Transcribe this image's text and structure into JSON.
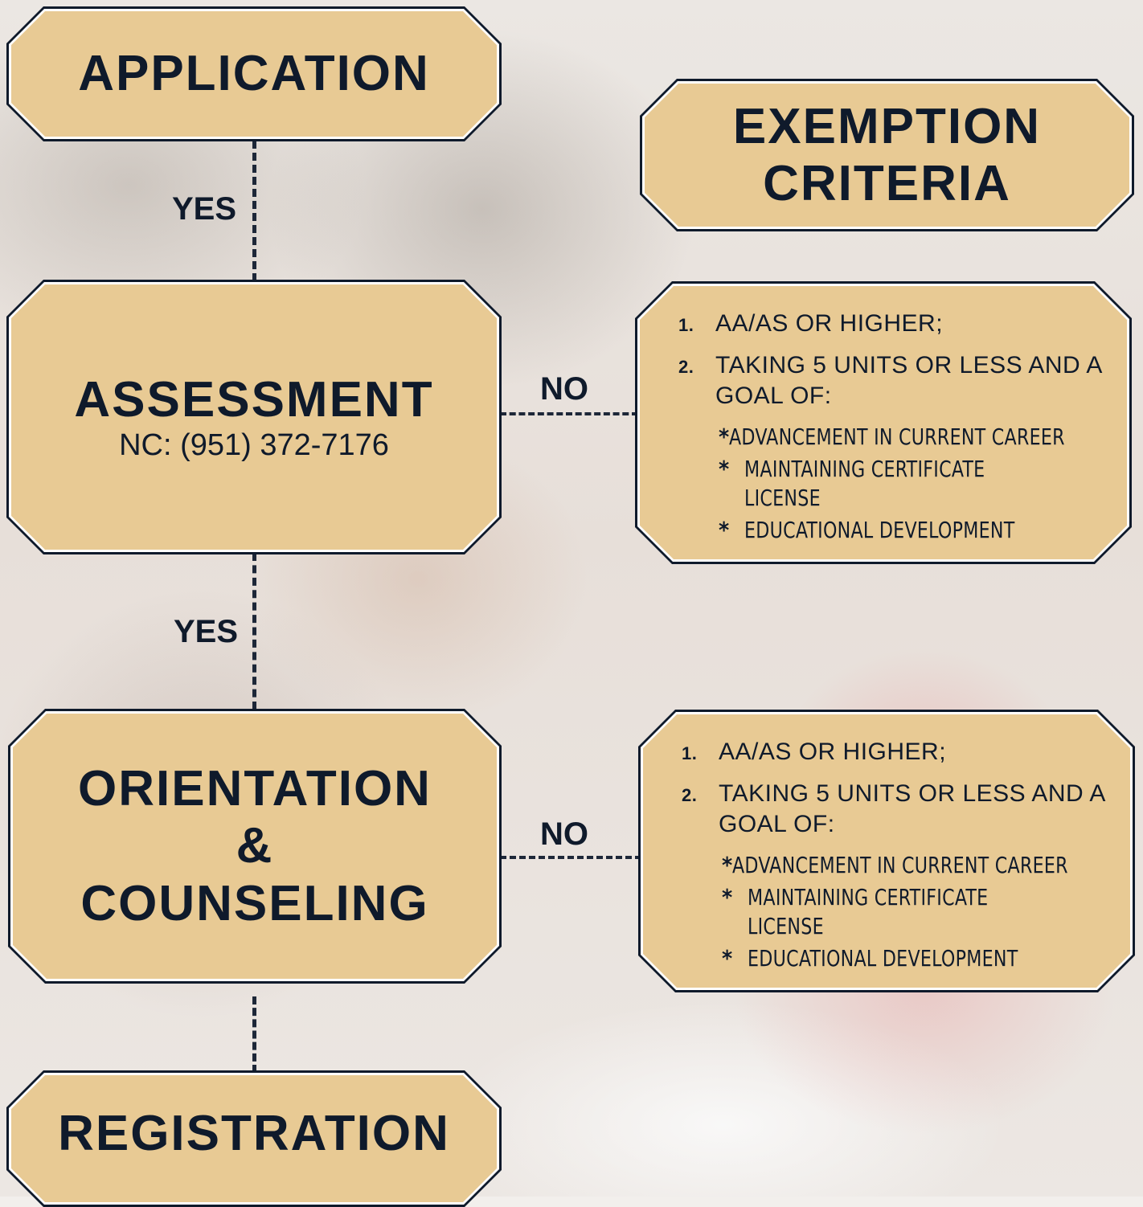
{
  "flow": {
    "application": {
      "title": "APPLICATION"
    },
    "assessment": {
      "title": "ASSESSMENT",
      "phone": "NC: (951) 372-7176"
    },
    "orientation": {
      "line1": "ORIENTATION",
      "line2": "&",
      "line3": "COUNSELING"
    },
    "registration": {
      "title": "REGISTRATION"
    }
  },
  "exemption": {
    "header_line1": "EXEMPTION",
    "header_line2": "CRITERIA"
  },
  "connectors": {
    "yes1": "YES",
    "yes2": "YES",
    "no1": "NO",
    "no2": "NO"
  },
  "criteria_sets": [
    {
      "items": [
        {
          "num": "1.",
          "text": "AA/AS OR HIGHER;"
        },
        {
          "num": "2.",
          "text": "TAKING 5 UNITS OR LESS AND A GOAL OF:"
        }
      ],
      "sub_items": [
        {
          "star": "*",
          "text": "ADVANCEMENT IN CURRENT CAREER"
        },
        {
          "star": "*",
          "text": "MAINTAINING CERTIFICATE"
        },
        {
          "star": "",
          "text": "LICENSE"
        },
        {
          "star": "*",
          "text": "EDUCATIONAL DEVELOPMENT"
        }
      ]
    },
    {
      "items": [
        {
          "num": "1.",
          "text": "AA/AS OR HIGHER;"
        },
        {
          "num": "2.",
          "text": "TAKING 5 UNITS OR LESS AND A GOAL OF:"
        }
      ],
      "sub_items": [
        {
          "star": "*",
          "text": "ADVANCEMENT IN CURRENT CAREER"
        },
        {
          "star": "*",
          "text": "MAINTAINING CERTIFICATE"
        },
        {
          "star": "",
          "text": "LICENSE"
        },
        {
          "star": "*",
          "text": "EDUCATIONAL DEVELOPMENT"
        }
      ]
    }
  ]
}
